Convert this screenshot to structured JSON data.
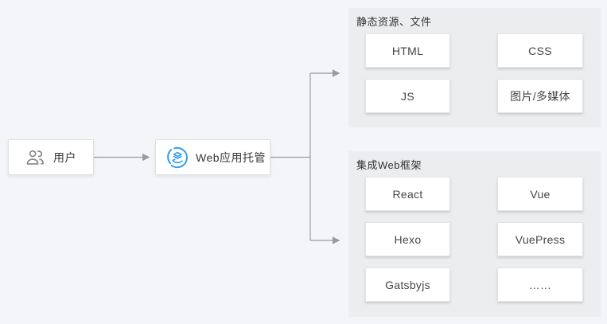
{
  "diagram": {
    "nodes": {
      "user": {
        "label": "用户",
        "icon": "users-icon"
      },
      "hosting": {
        "label": "Web应用托管",
        "icon": "web-hosting-icon"
      }
    },
    "groups": [
      {
        "title": "静态资源、文件",
        "items": [
          "HTML",
          "CSS",
          "JS",
          "图片/多媒体"
        ]
      },
      {
        "title": "集成Web框架",
        "items": [
          "React",
          "Vue",
          "Hexo",
          "VuePress",
          "Gatsbyjs",
          "……"
        ]
      }
    ],
    "colors": {
      "page_background": "#f4f5f8",
      "panel_background": "#ebedef",
      "box_background": "#ffffff",
      "box_border": "#e3e4e6",
      "arrow": "#9b9b9b",
      "accent_blue": "#2b9cf2",
      "icon_gray": "#848484",
      "text": "#383838"
    }
  }
}
